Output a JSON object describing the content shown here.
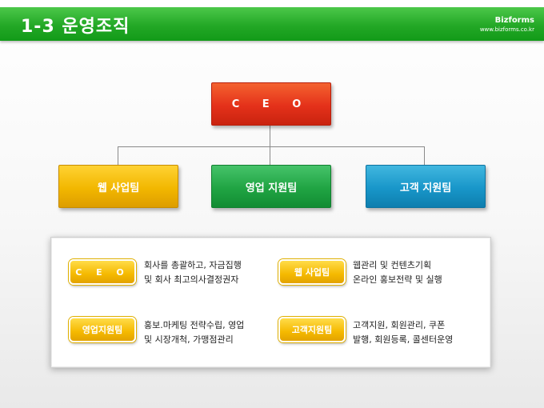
{
  "header": {
    "title": "1-3 운영조직",
    "brand_name": "Bizforms",
    "brand_url": "www.bizforms.co.kr"
  },
  "org": {
    "ceo": "C E O",
    "web": "웹 사업팀",
    "sales": "영업 지원팀",
    "customer": "고객 지원팀"
  },
  "details": {
    "ceo": {
      "label": "C E O",
      "line1": "회사를 총괄하고, 자금집행",
      "line2": "및 회사 최고의사결정권자"
    },
    "web": {
      "label": "웹 사업팀",
      "line1": "웹관리 및 컨텐츠기획",
      "line2": "온라인 홍보전략 및 실행"
    },
    "sales": {
      "label": "영업지원팀",
      "line1": "홍보.마케팅 전략수립, 영업",
      "line2": "및 시장개척, 가맹점관리"
    },
    "customer": {
      "label": "고객지원팀",
      "line1": "고객지원, 회원관리, 쿠폰",
      "line2": "발행, 회원등록, 콜센터운영"
    }
  },
  "colors": {
    "header_green": "#23a826",
    "ceo_red": "#e4311a",
    "web_yellow": "#f2b700",
    "sales_green": "#20a443",
    "customer_blue": "#1896c9"
  }
}
